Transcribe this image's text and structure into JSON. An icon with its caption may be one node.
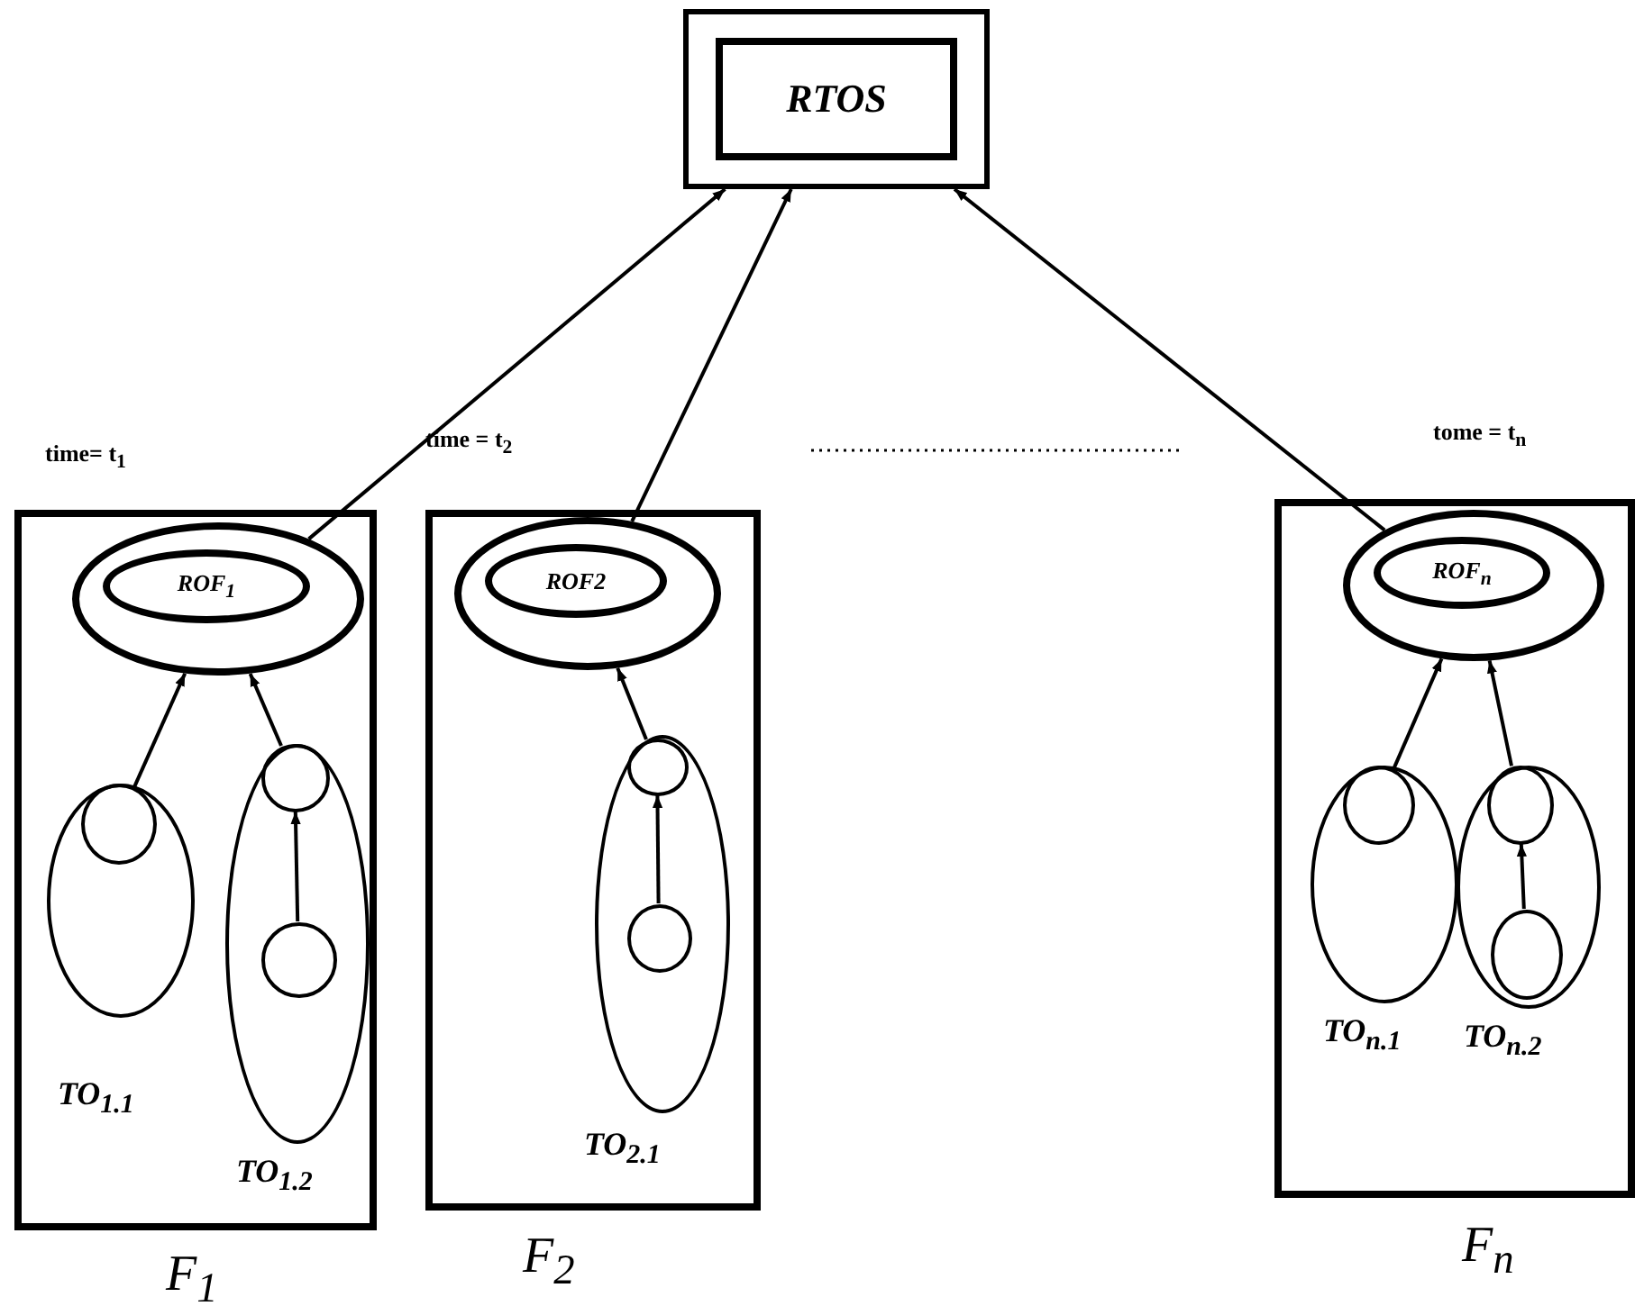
{
  "diagram": {
    "nodes": [
      {
        "text": [
          "RTOS"
        ]
      },
      {
        "text": [
          "F$_{1}$"
        ]
      },
      {
        "text": [
          "ROF$_{1}$"
        ],
        "in": 1
      },
      {
        "text": [
          "TO$_{1.1}$"
        ],
        "in": 1
      },
      {
        "text": [],
        "shape": "circle",
        "in": 3
      },
      {
        "text": [
          "TO$_{1.2}$"
        ],
        "in": 1
      },
      {
        "text": [],
        "shape": "circle",
        "in": 5
      },
      {
        "text": [],
        "shape": "circle",
        "in": 5
      },
      {
        "text": [
          "F$_{2}$"
        ]
      },
      {
        "text": [
          "ROF2"
        ],
        "in": 8
      },
      {
        "text": [
          "TO$_{2.1}$"
        ],
        "in": 8
      },
      {
        "text": [],
        "shape": "circle",
        "in": 10
      },
      {
        "text": [],
        "shape": "circle",
        "in": 10
      },
      {
        "text": [
          "F$_{n}$"
        ]
      },
      {
        "text": [
          "ROF$_{n}$"
        ],
        "in": 13
      },
      {
        "text": [
          "TO$_{n.1}$"
        ],
        "in": 13
      },
      {
        "text": [],
        "shape": "circle",
        "in": 15
      },
      {
        "text": [
          "TO$_{n.2}$"
        ],
        "in": 13
      },
      {
        "text": [],
        "shape": "circle",
        "in": 17
      },
      {
        "text": [],
        "shape": "circle",
        "in": 17
      }
    ],
    "edges": [
      {
        "from": 2,
        "to": 0,
        "arrow": "to"
      },
      {
        "from": 9,
        "to": 0,
        "arrow": "to"
      },
      {
        "from": 14,
        "to": 0,
        "arrow": "to"
      },
      {
        "from": 4,
        "to": 2,
        "arrow": "to"
      },
      {
        "from": 6,
        "to": 2,
        "arrow": "to"
      },
      {
        "from": 7,
        "to": 6,
        "arrow": "to"
      },
      {
        "from": 11,
        "to": 9,
        "arrow": "to"
      },
      {
        "from": 12,
        "to": 11,
        "arrow": "to"
      },
      {
        "from": 16,
        "to": 14,
        "arrow": "to"
      },
      {
        "from": 18,
        "to": 14,
        "arrow": "to"
      },
      {
        "from": 19,
        "to": 18,
        "arrow": "to"
      }
    ],
    "labels": [
      "time= t$_{1}$",
      "time = t$_{2}$",
      "tome = t$_{n}$"
    ]
  }
}
